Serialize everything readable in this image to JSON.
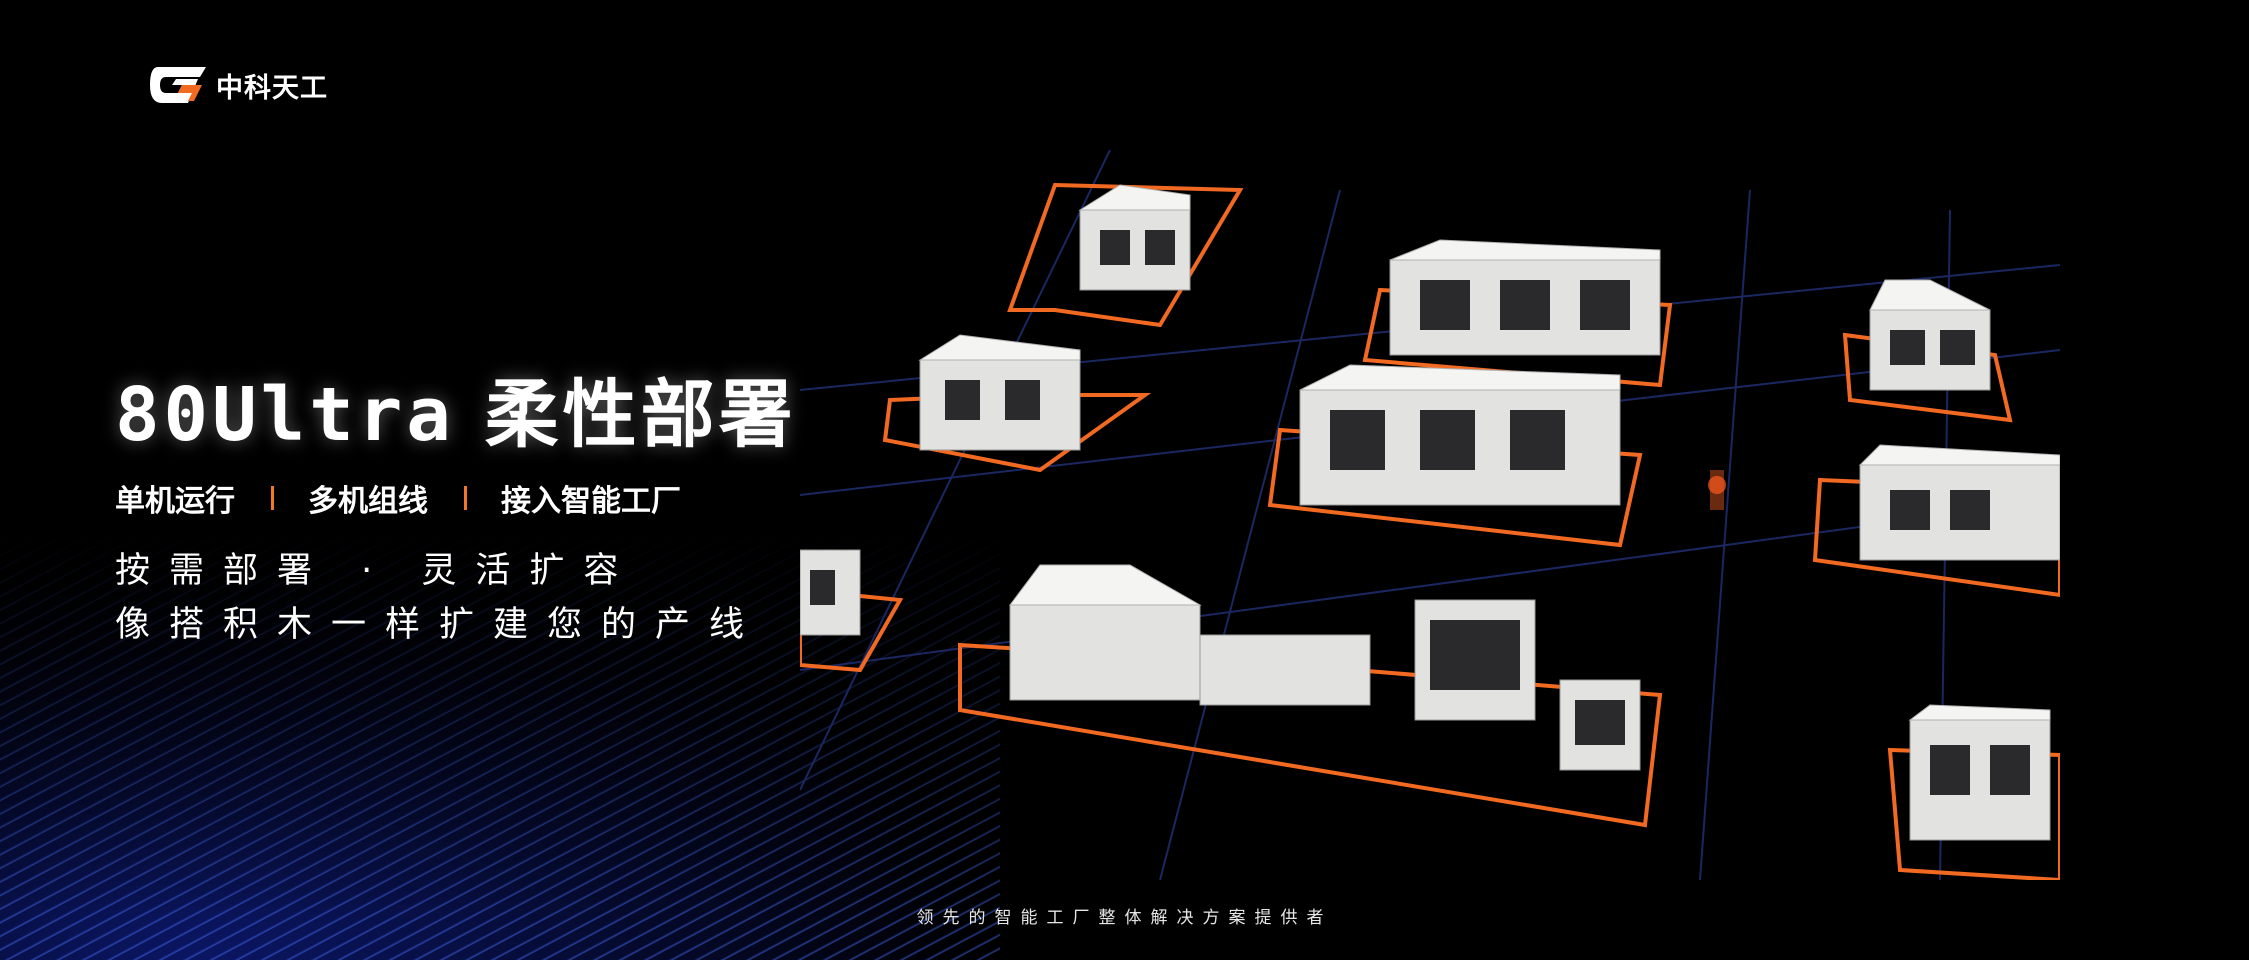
{
  "brand": {
    "name": "中科天工",
    "logo_icon": "stylized-g-logo-icon",
    "accent_color": "#f26a21"
  },
  "headline": {
    "model": "80Ultra",
    "title": "柔性部署"
  },
  "modes": [
    "单机运行",
    "多机组线",
    "接入智能工厂"
  ],
  "slogan": {
    "line1": "按需部署 · 灵活扩容",
    "line2": "像搭积木一样扩建您的产线"
  },
  "footer": {
    "tagline": "领先的智能工厂整体解决方案提供者"
  },
  "colors": {
    "background": "#000000",
    "pad_outline": "#f26a21",
    "grid_lines": "#1b2760",
    "machine_body": "#e2e2e0",
    "stripes": "#4660ff"
  }
}
